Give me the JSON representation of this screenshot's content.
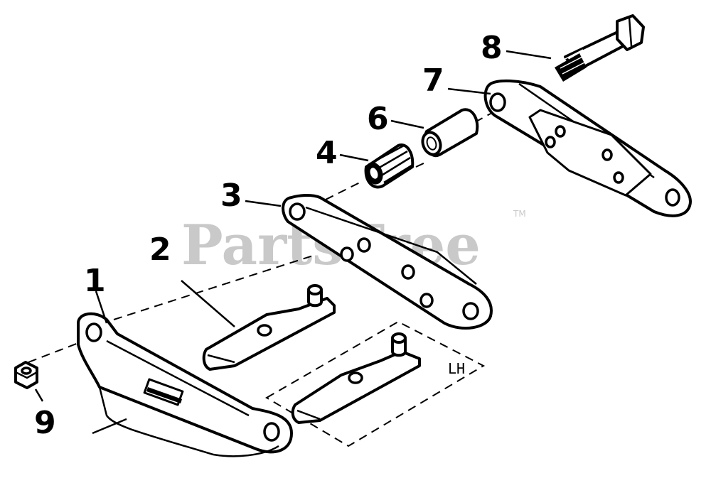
{
  "watermark": {
    "text": "PartsTree",
    "trademark": "TM"
  },
  "callouts": [
    {
      "id": "1",
      "label": "1"
    },
    {
      "id": "2",
      "label": "2"
    },
    {
      "id": "3",
      "label": "3"
    },
    {
      "id": "4",
      "label": "4"
    },
    {
      "id": "6",
      "label": "6"
    },
    {
      "id": "7",
      "label": "7"
    },
    {
      "id": "8",
      "label": "8"
    },
    {
      "id": "9",
      "label": "9"
    }
  ],
  "side_marker": "LH"
}
